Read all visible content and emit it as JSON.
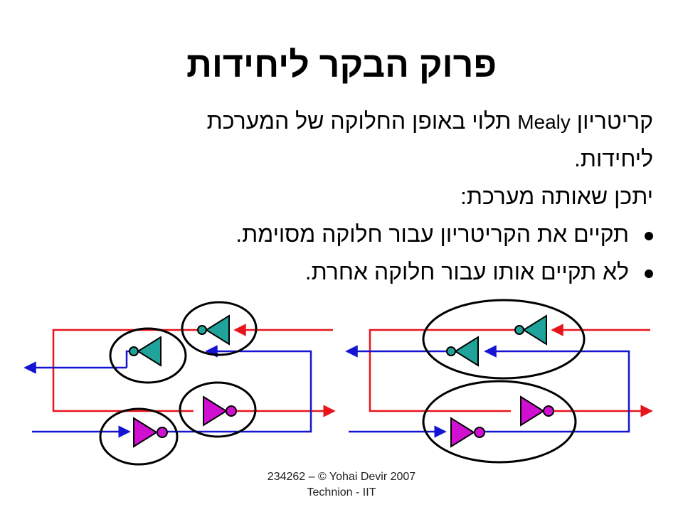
{
  "title": "פרוק הבקר ליחידות",
  "body": {
    "line1_a": "קריטריון",
    "line1_mealy": "Mealy",
    "line1_b": "תלוי באופן החלוקה של המערכת",
    "line2": "ליחידות.",
    "line3": "יתכן שאותה מערכת:",
    "bullets": [
      "תקיים את הקריטריון עבור חלוקה מסוימת.",
      "לא תקיים אותו עבור חלוקה אחרת."
    ]
  },
  "colors": {
    "red_wire": "#e8141c",
    "blue_wire": "#1414d2",
    "teal_gate": "#1fa39a",
    "magenta_gate": "#d010d0",
    "ellipse": "#000000"
  },
  "footer": {
    "line1": "234262 – © Yohai Devir 2007",
    "line2": "Technion - IIT"
  }
}
